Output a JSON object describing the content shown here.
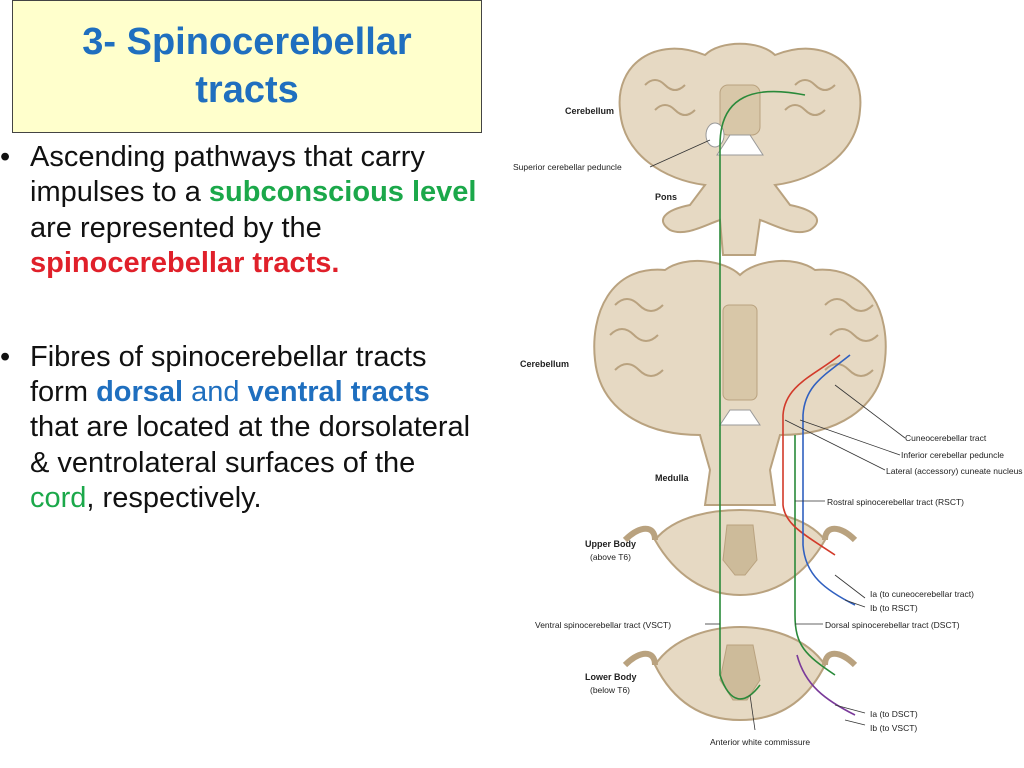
{
  "slide": {
    "title_line1": "3- Spinocerebellar",
    "title_line2": "tracts",
    "bullet_glyph": "•",
    "bullet1": {
      "part1": "Ascending pathways that carry impulses to a ",
      "highlight1": "subconscious level",
      "part2": " are represented by the ",
      "highlight2": "spinocerebellar tracts."
    },
    "bullet2": {
      "part1": "Fibres of spinocerebellar tracts form ",
      "highlight1": "dorsal",
      "part2": " and ",
      "highlight2": "ventral tracts",
      "part3": " that are located at the dorsolateral & ventrolateral surfaces of the ",
      "highlight3": "cord",
      "part4": ", respectively."
    },
    "colors": {
      "title": "#1f6fbf",
      "green": "#1ba84a",
      "red": "#e0202a",
      "blue": "#1f6fbf",
      "title_bg": "#ffffcc"
    }
  },
  "figure": {
    "labels": {
      "cerebellum_top": "Cerebellum",
      "superior_peduncle": "Superior cerebellar peduncle",
      "pons": "Pons",
      "cerebellum_mid": "Cerebellum",
      "medulla": "Medulla",
      "cuneocerebellar": "Cuneocerebellar tract",
      "inferior_peduncle": "Inferior cerebellar peduncle",
      "lateral_cuneate": "Lateral (accessory) cuneate nucleus",
      "rsct": "Rostral spinocerebellar tract (RSCT)",
      "upper_body": "Upper Body",
      "above_t6": "(above T6)",
      "ia_cuneo": "Ia (to cuneocerebellar tract)",
      "ib_rsct": "Ib (to RSCT)",
      "vsct": "Ventral spinocerebellar tract (VSCT)",
      "dsct": "Dorsal spinocerebellar tract (DSCT)",
      "lower_body": "Lower Body",
      "below_t6": "(below T6)",
      "ia_dsct": "Ia (to DSCT)",
      "ib_vsct": "Ib (to VSCT)",
      "anterior_commissure": "Anterior white commissure"
    }
  }
}
